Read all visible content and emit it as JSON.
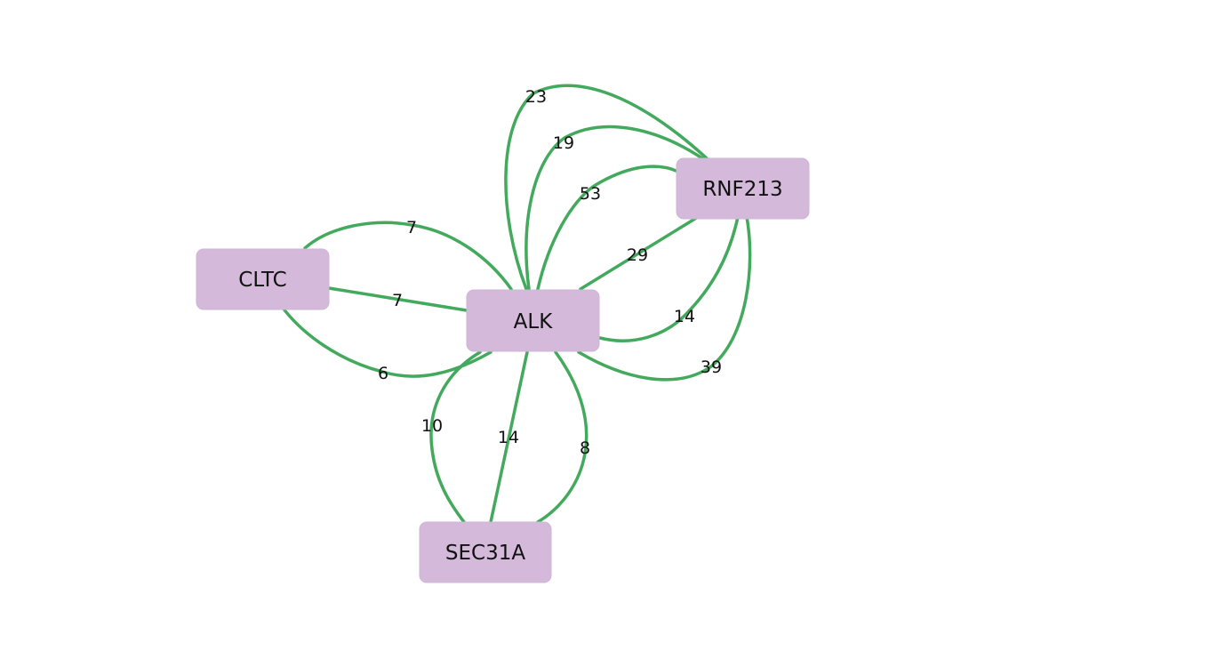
{
  "colors": {
    "edge": "#43a95d",
    "node_fill": "#d4b9da",
    "text": "#111111",
    "background": "#ffffff"
  },
  "nodes": [
    {
      "id": "ALK",
      "label": "ALK"
    },
    {
      "id": "RNF213",
      "label": "RNF213"
    },
    {
      "id": "CLTC",
      "label": "CLTC"
    },
    {
      "id": "SEC31A",
      "label": "SEC31A"
    }
  ],
  "edges": [
    {
      "source": "ALK",
      "target": "RNF213",
      "label": "23"
    },
    {
      "source": "ALK",
      "target": "RNF213",
      "label": "19"
    },
    {
      "source": "ALK",
      "target": "RNF213",
      "label": "53"
    },
    {
      "source": "ALK",
      "target": "RNF213",
      "label": "29"
    },
    {
      "source": "ALK",
      "target": "RNF213",
      "label": "14"
    },
    {
      "source": "ALK",
      "target": "RNF213",
      "label": "39"
    },
    {
      "source": "ALK",
      "target": "CLTC",
      "label": "7"
    },
    {
      "source": "ALK",
      "target": "CLTC",
      "label": "7"
    },
    {
      "source": "ALK",
      "target": "CLTC",
      "label": "6"
    },
    {
      "source": "ALK",
      "target": "SEC31A",
      "label": "10"
    },
    {
      "source": "ALK",
      "target": "SEC31A",
      "label": "14"
    },
    {
      "source": "ALK",
      "target": "SEC31A",
      "label": "8"
    }
  ]
}
